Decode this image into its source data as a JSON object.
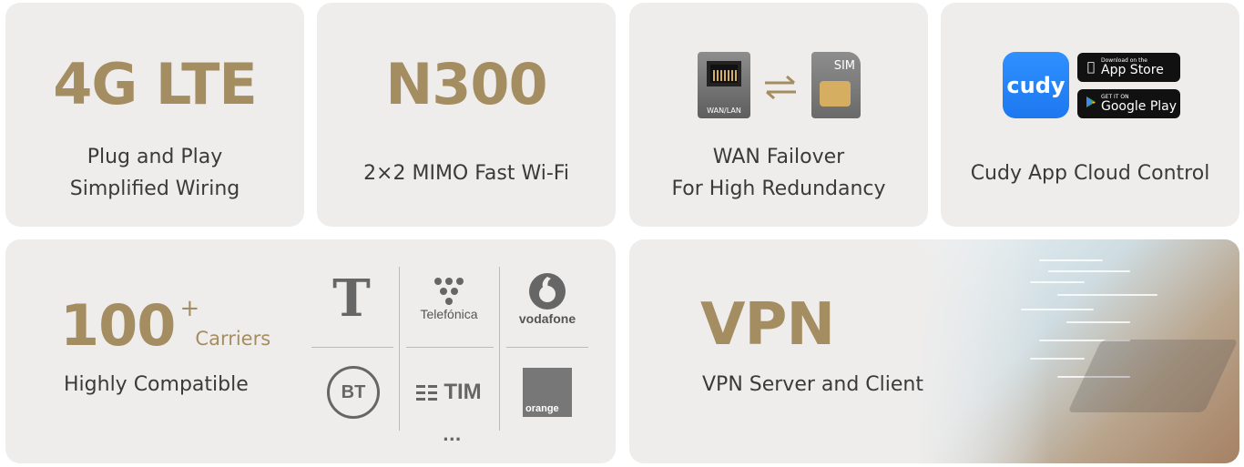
{
  "cards": {
    "lte": {
      "title": "4G LTE",
      "line1": "Plug and Play",
      "line2": "Simplified Wiring"
    },
    "n300": {
      "title": "N300",
      "line1": "2×2 MIMO Fast Wi-Fi"
    },
    "wan": {
      "port_label": "WAN/LAN",
      "sim_label": "SIM",
      "swap_icon": "arrows-swap-icon",
      "line1": "WAN Failover",
      "line2": "For High Redundancy"
    },
    "app": {
      "logo_text": "cudy",
      "appstore_small": "Download on the",
      "appstore_large": "App Store",
      "gplay_small": "GET IT ON",
      "gplay_large": "Google Play",
      "line1": "Cudy App Cloud Control"
    },
    "carriers": {
      "count": "100",
      "plus": "+",
      "label": "Carriers",
      "line1": "Highly Compatible",
      "logos": [
        "T",
        "Telefónica",
        "vodafone",
        "BT",
        "TIM",
        "orange"
      ],
      "more": "..."
    },
    "vpn": {
      "title": "VPN",
      "line1": "VPN Server and Client"
    }
  },
  "colors": {
    "card_bg": "#efedec",
    "gold": "#a58d62",
    "text": "#3a3a3a",
    "cudy_blue": "#1d78ef"
  }
}
